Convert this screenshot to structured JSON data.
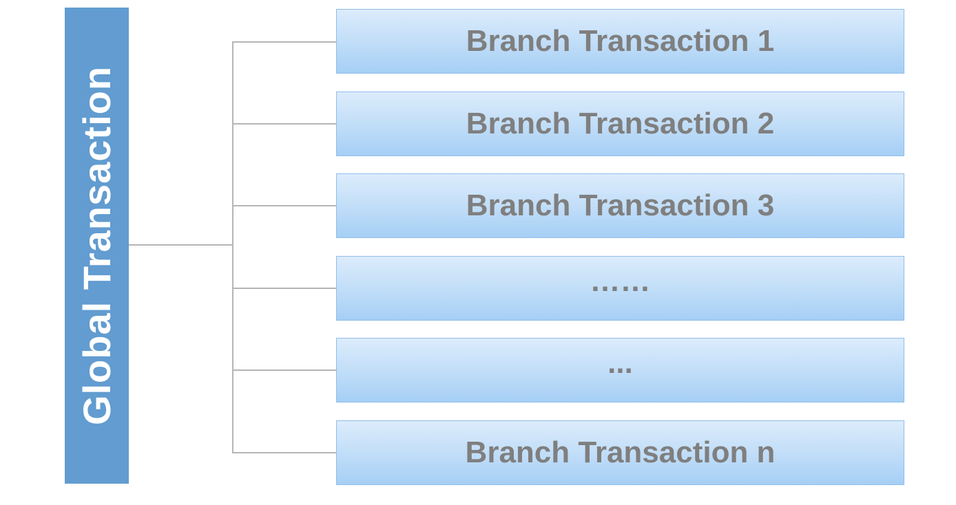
{
  "global": {
    "label": "Global Transaction"
  },
  "branches": [
    {
      "label": "Branch Transaction 1"
    },
    {
      "label": "Branch Transaction 2"
    },
    {
      "label": "Branch Transaction 3"
    },
    {
      "label": "……"
    },
    {
      "label": "..."
    },
    {
      "label": "Branch Transaction n"
    }
  ],
  "colors": {
    "global_fill": "#629cd0",
    "global_text": "#ffffff",
    "branch_text": "#7f7f7f",
    "branch_border": "#8fbde8",
    "connector": "#b5b5b5"
  }
}
